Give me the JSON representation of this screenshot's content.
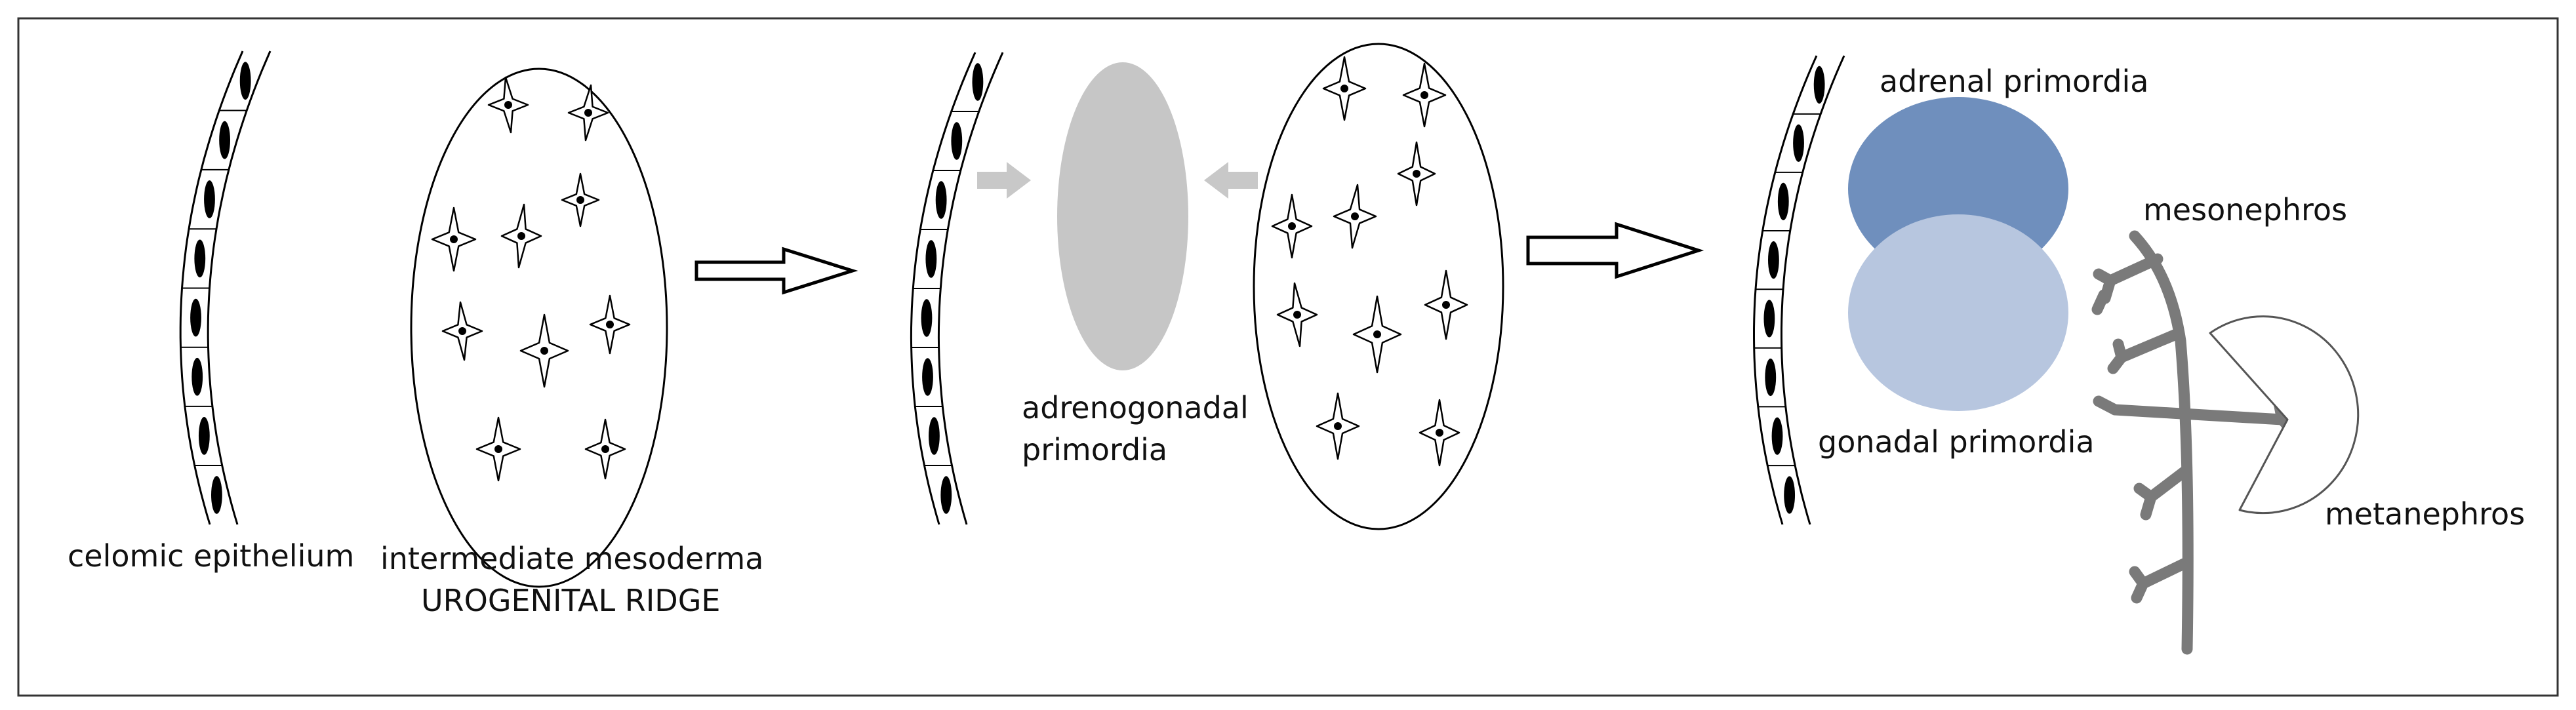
{
  "labels": {
    "celomic_epithelium": "celomic epithelium",
    "intermediate_mesoderma": "intermediate mesoderma",
    "urogenital_ridge": "UROGENITAL RIDGE",
    "adrenogonadal_line1": "adrenogonadal",
    "adrenogonadal_line2": "primordia",
    "adrenal_primordia": "adrenal primordia",
    "gonadal_primordia": "gonadal primordia",
    "mesonephros": "mesonephros",
    "metanephros": "metanephros"
  },
  "colors": {
    "adrenal": "#6f8fbd",
    "gonadal": "#b7c6df",
    "adrenogonadal": "#c6c6c6",
    "mesonephros": "#7a7a7a",
    "small_arrow": "#c8c8c8",
    "outline": "#000000"
  }
}
